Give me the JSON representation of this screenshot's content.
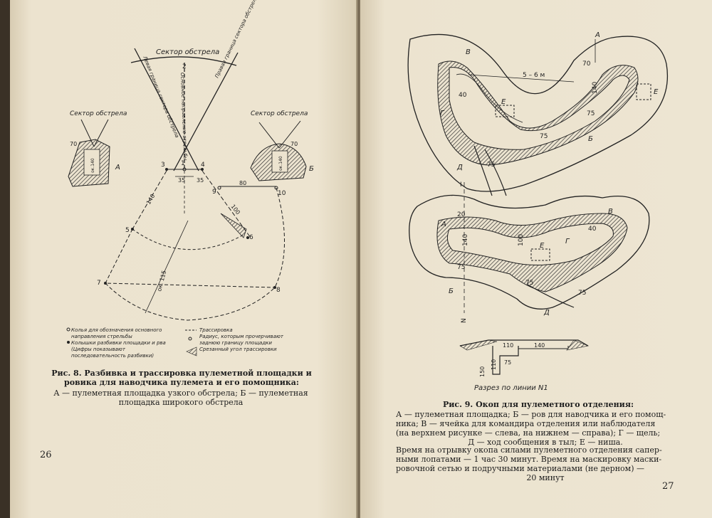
{
  "left_page": {
    "figure8_labels": {
      "sector_top": "Сектор обстрела",
      "sector_a": "Сектор обстрела",
      "sector_b": "Сектор обстрела",
      "left_boundary": "Левая граница сектора обстрела",
      "main_direction": "Основное направление стрельбы",
      "right_boundary": "Правая граница сектора обстрела",
      "label_a": "А",
      "label_b": "Б",
      "dim_70a": "70",
      "dim_70b": "70",
      "dim_140a": "ок.140",
      "dim_140b": "ок.140",
      "dim_35a": "35",
      "dim_35b": "35",
      "dim_80": "80",
      "dim_100": "100",
      "dim_140": "140",
      "dim_115": "ок. 115",
      "pts": [
        "1",
        "2",
        "3",
        "4",
        "5",
        "6",
        "7",
        "8",
        "9",
        "10"
      ]
    },
    "legend": {
      "item1": "Колья для обозначения основного направления стрельбы",
      "item2": "Колышки разбивки площадки и рва (Цифры показывают последовательность разбивки)",
      "item3": "Трассировка",
      "item4": "Радиус, которым прочерчивают заднюю границу площадки",
      "item5": "Срезанный угол трассировки"
    },
    "caption_title": "Рис. 8. Разбивка и трассировка пулеметной площадки и ровика для наводчика пулемета и его помощника:",
    "caption_body": "А — пулеметная площадка узкого обстрела; Б — пулеметная площадка широкого обстрела",
    "page_number": "26"
  },
  "right_page": {
    "fig_top_labels": {
      "a": "А",
      "b": "Б",
      "v": "В",
      "g": "Г",
      "d": "Д",
      "e": "Е",
      "e2": "Е",
      "dist": "5 – 6 м",
      "d70": "70",
      "d140": "140",
      "d40": "40",
      "d75a": "75",
      "d75b": "75",
      "d75c": "75"
    },
    "fig_bottom_labels": {
      "a": "А",
      "b": "Б",
      "v": "В",
      "g": "Г",
      "d": "Д",
      "e": "Е",
      "d20": "20",
      "d140": "140",
      "d100": "100",
      "d40": "40",
      "d75a": "75",
      "d75b": "75",
      "d75c": "75",
      "i": "I",
      "n": "N"
    },
    "section": {
      "d110a": "110",
      "d140": "140",
      "d150": "150",
      "d110b": "110",
      "d75": "75",
      "label": "Разрез по линии N1"
    },
    "caption_title": "Рис. 9. Окоп для пулеметного отделения:",
    "caption_lines": [
      "А — пулеметная площадка; Б — ров для наводчика и его помощ-",
      "ника; В — ячейка для командира отделения или наблюдателя",
      "(на верхнем рисунке — слева, на нижнем — справа); Г — щель;",
      "Д — ход сообщения в тыл; Е — ниша."
    ],
    "time_lines": [
      "Время на отрывку окопа силами пулеметного отделения сапер-",
      "ными лопатами — 1 час 30 минут. Время на маскировку маски-",
      "ровочной сетью и подручными материалами (не дерном) —",
      "20 минут"
    ],
    "page_number": "27"
  }
}
